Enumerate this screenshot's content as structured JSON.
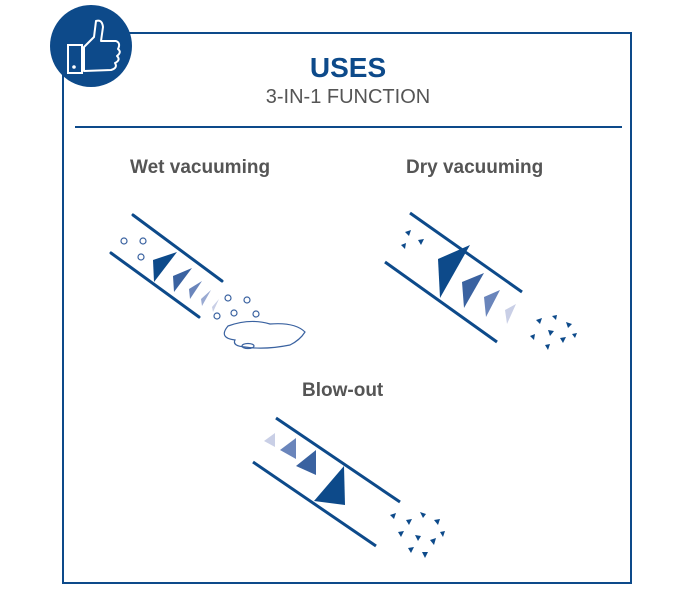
{
  "header": {
    "title": "USES",
    "subtitle": "3-IN-1 FUNCTION",
    "icon": "thumbs-up-icon"
  },
  "modes": [
    {
      "label": "Wet vacuuming"
    },
    {
      "label": "Dry vacuuming"
    },
    {
      "label": "Blow-out"
    }
  ],
  "colors": {
    "primary": "#0d4a8a",
    "text": "#555555"
  }
}
